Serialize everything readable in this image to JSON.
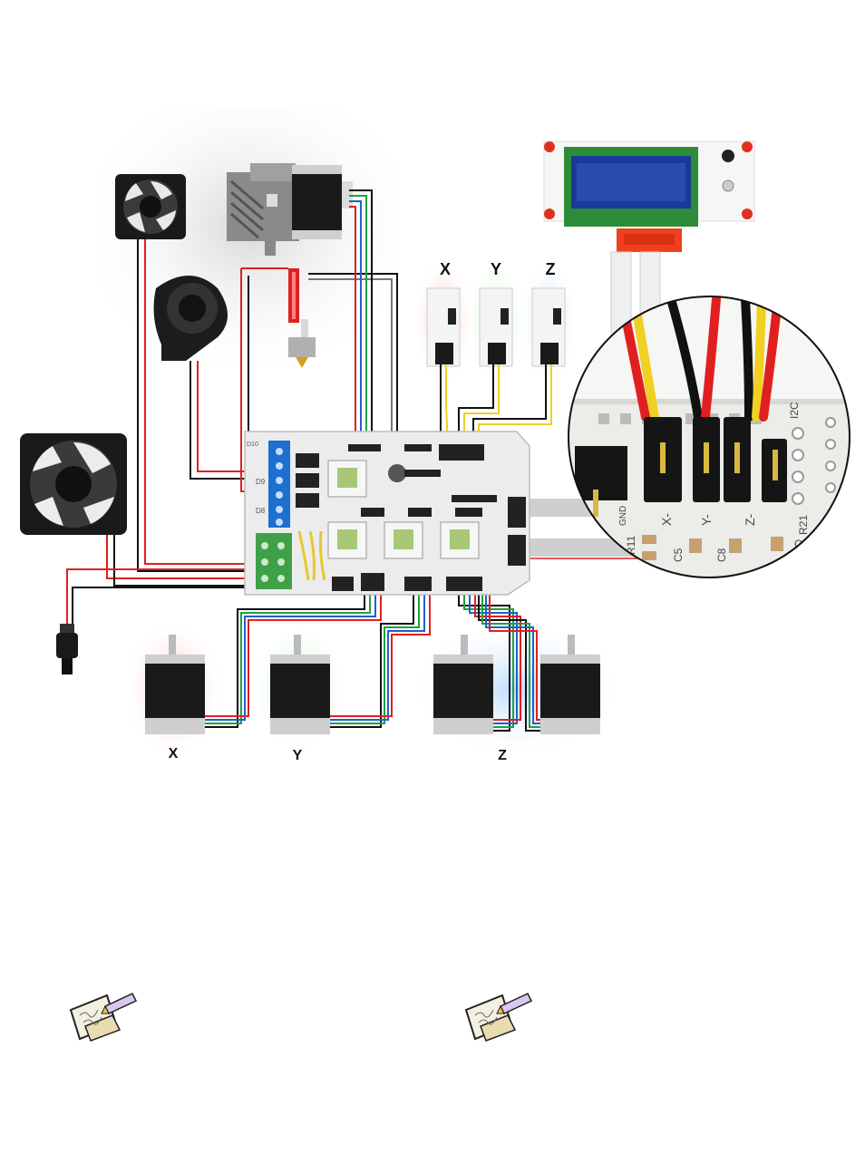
{
  "endstops": {
    "x_label": "X",
    "y_label": "Y",
    "z_label": "Z"
  },
  "motors": {
    "x_label": "X",
    "y_label": "Y",
    "z_label": "Z"
  },
  "board": {
    "terminal_labels": [
      "D10",
      "D9",
      "D8"
    ]
  },
  "zoom": {
    "pin_labels": [
      "X-",
      "Y-",
      "Z-"
    ],
    "silk_labels": [
      "I2C",
      "R11",
      "GND",
      "C5",
      "C8",
      "R21",
      "C"
    ]
  },
  "icons": [
    "note-pad-icon",
    "note-pad-icon"
  ],
  "colors": {
    "red": "#e02020",
    "black": "#111111",
    "blue": "#2060d0",
    "green": "#20a040",
    "yellow": "#f0d020",
    "grey": "#9a9a9a",
    "board": "#eeeeee",
    "driver_green": "#a8c878"
  }
}
